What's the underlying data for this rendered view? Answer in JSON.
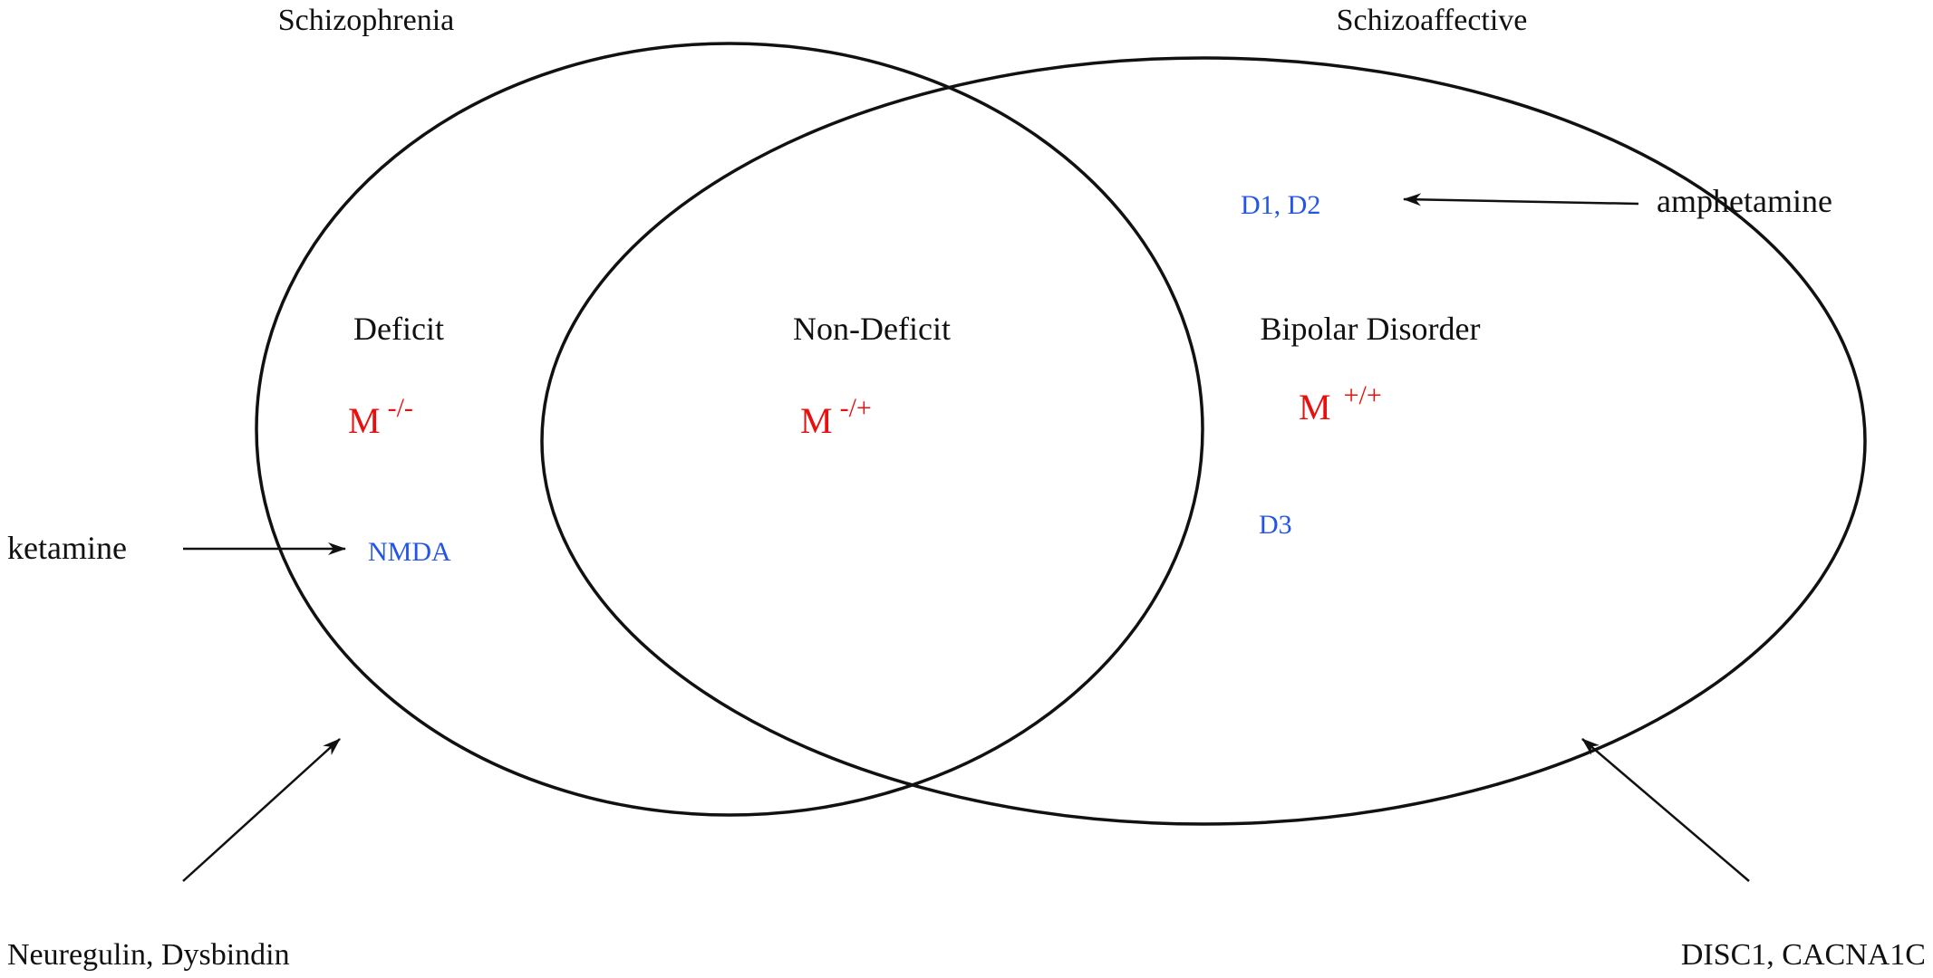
{
  "headings": {
    "left": "Schizophrenia",
    "right": "Schizoaffective"
  },
  "regions": {
    "left": "Deficit",
    "middle": "Non-Deficit",
    "right": "Bipolar Disorder"
  },
  "genotypes": {
    "left": {
      "base": "M",
      "sup": "-/-"
    },
    "middle": {
      "base": "M",
      "sup": "-/+"
    },
    "right": {
      "base": "M",
      "sup": "+/+"
    }
  },
  "receptors": {
    "nmda": "NMDA",
    "d1d2": "D1, D2",
    "d3": "D3"
  },
  "drugs": {
    "ketamine": "ketamine",
    "amphetamine": "amphetamine"
  },
  "genes": {
    "left": "Neuregulin, Dysbindin",
    "right": "DISC1, CACNA1C"
  },
  "colors": {
    "line": "#111111",
    "genotype": "#e8100f",
    "receptor": "#2254e6"
  }
}
